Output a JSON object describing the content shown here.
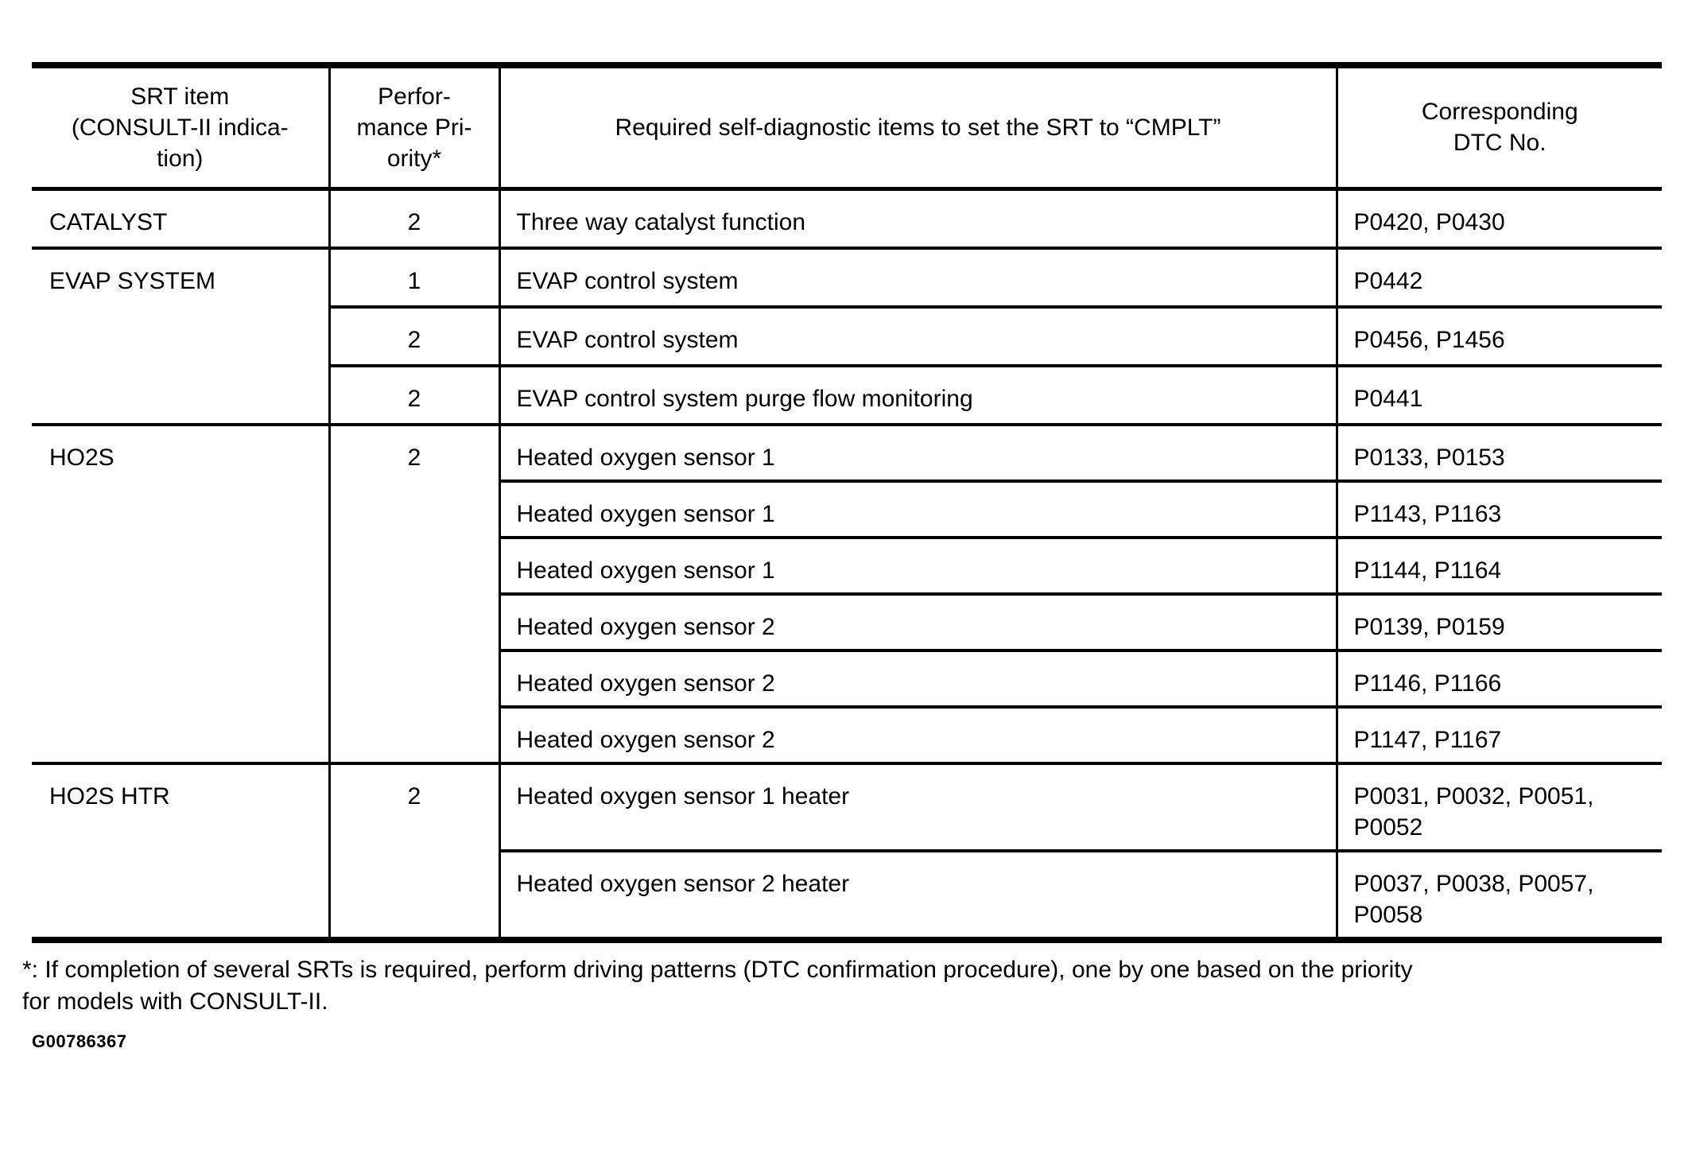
{
  "table": {
    "headers": {
      "srt_item": "SRT item\n(CONSULT-II indica-\ntion)",
      "priority": "Perfor-\nmance Pri-\nority*",
      "diagnostic_items": "Required self-diagnostic items to set the SRT to “CMPLT”",
      "dtc": "Corresponding\nDTC No."
    },
    "sections": [
      {
        "srt_item": "CATALYST",
        "rows": [
          {
            "priority": "2",
            "item": "Three way catalyst function",
            "dtc": "P0420, P0430"
          }
        ]
      },
      {
        "srt_item": "EVAP SYSTEM",
        "rows": [
          {
            "priority": "1",
            "item": "EVAP control system",
            "dtc": "P0442"
          },
          {
            "priority": "2",
            "item": "EVAP control system",
            "dtc": "P0456, P1456"
          },
          {
            "priority": "2",
            "item": "EVAP control system purge flow monitoring",
            "dtc": "P0441"
          }
        ]
      },
      {
        "srt_item": "HO2S",
        "priority": "2",
        "rows": [
          {
            "item": "Heated oxygen sensor 1",
            "dtc": "P0133, P0153"
          },
          {
            "item": "Heated oxygen sensor 1",
            "dtc": "P1143, P1163"
          },
          {
            "item": "Heated oxygen sensor 1",
            "dtc": "P1144, P1164"
          },
          {
            "item": "Heated oxygen sensor 2",
            "dtc": "P0139, P0159"
          },
          {
            "item": "Heated oxygen sensor 2",
            "dtc": "P1146, P1166"
          },
          {
            "item": "Heated oxygen sensor 2",
            "dtc": "P1147, P1167"
          }
        ]
      },
      {
        "srt_item": "HO2S HTR",
        "priority": "2",
        "rows": [
          {
            "item": "Heated oxygen sensor 1 heater",
            "dtc": "P0031, P0032, P0051,\nP0052"
          },
          {
            "item": "Heated oxygen sensor 2 heater",
            "dtc": "P0037, P0038, P0057,\nP0058"
          }
        ]
      }
    ]
  },
  "footnote": "*: If completion of several SRTs is required, perform driving patterns (DTC confirmation procedure), one by one based on the priority\nfor models with CONSULT-II.",
  "figure_id": "G00786367"
}
